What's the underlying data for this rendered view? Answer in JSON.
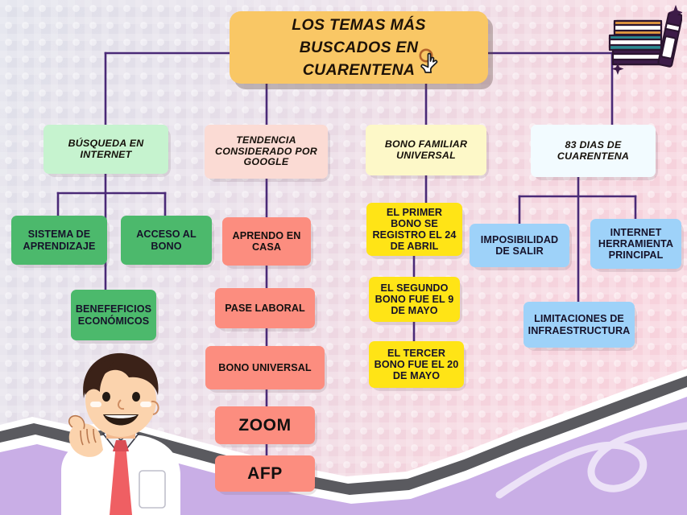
{
  "title": {
    "text": "LOS TEMAS MÁS BUSCADOS EN CUARENTENA",
    "cursor_icon": "pointing-hand-cursor-icon",
    "color": "#f9c765"
  },
  "branches": [
    {
      "id": "green",
      "color": "#12833c",
      "inner": "#c6f3cf",
      "root": "BÚSQUEDA EN INTERNET",
      "children": [
        "SISTEMA DE APRENDIZAJE",
        "ACCESO AL BONO",
        "BENEFEFICIOS ECONÓMICOS"
      ]
    },
    {
      "id": "red",
      "color": "#f81d19",
      "inner": "#fbdbd4",
      "root": "TENDENCIA CONSIDERADO POR GOOGLE",
      "children": [
        "APRENDO EN CASA",
        "PASE LABORAL",
        "BONO UNIVERSAL",
        "ZOOM",
        "AFP"
      ]
    },
    {
      "id": "yellow",
      "color": "#ffe416",
      "inner": "#fdf8c8",
      "root": "BONO FAMILIAR UNIVERSAL",
      "children": [
        "EL PRIMER BONO SE REGISTRO EL 24 DE ABRIL",
        "EL SEGUNDO BONO FUE EL 9 DE MAYO",
        "EL TERCER BONO FUE EL 20 DE MAYO"
      ]
    },
    {
      "id": "blue",
      "color": "#1b8ef2",
      "inner": "#f2fbff",
      "root": "83 DIAS DE CUARENTENA",
      "children": [
        "IMPOSIBILIDAD DE SALIR",
        "INTERNET HERRAMIENTA PRINCIPAL",
        "LIMITACIONES DE INFRAESTRUCTURA"
      ]
    }
  ],
  "nodes": {
    "title": "LOS TEMAS MÁS BUSCADOS EN CUARENTENA",
    "green_root": "BÚSQUEDA EN INTERNET",
    "green_c1": "SISTEMA DE APRENDIZAJE",
    "green_c2": "ACCESO AL BONO",
    "green_c3": "BENEFEFICIOS ECONÓMICOS",
    "red_root": "TENDENCIA CONSIDERADO POR GOOGLE",
    "red_c1": "APRENDO EN CASA",
    "red_c2": "PASE LABORAL",
    "red_c3": "BONO UNIVERSAL",
    "red_c4": "ZOOM",
    "red_c5": "AFP",
    "yellow_root": "BONO FAMILIAR UNIVERSAL",
    "yellow_c1": "EL PRIMER BONO SE REGISTRO EL 24 DE ABRIL",
    "yellow_c2": "EL SEGUNDO BONO FUE EL 9 DE MAYO",
    "yellow_c3": "EL TERCER BONO FUE EL 20 DE MAYO",
    "blue_root": "83 DIAS DE CUARENTENA",
    "blue_c1": "IMPOSIBILIDAD DE SALIR",
    "blue_c2": "INTERNET HERRAMIENTA PRINCIPAL",
    "blue_c3": "LIMITACIONES DE INFRAESTRUCTURA"
  },
  "decorations": {
    "books": "stack-of-books-icon",
    "pencil": "pencil-icon",
    "sparkle": "sparkle-icon",
    "character": "student-character-illustration",
    "torn_paper": "torn-paper-band",
    "swirl": "swirl-doodle"
  },
  "theme": {
    "connector_color": "#4a2a77",
    "background_left": "#dfe0ea",
    "background_right": "#f7d2dc",
    "torn_band": "#c9aee6"
  }
}
